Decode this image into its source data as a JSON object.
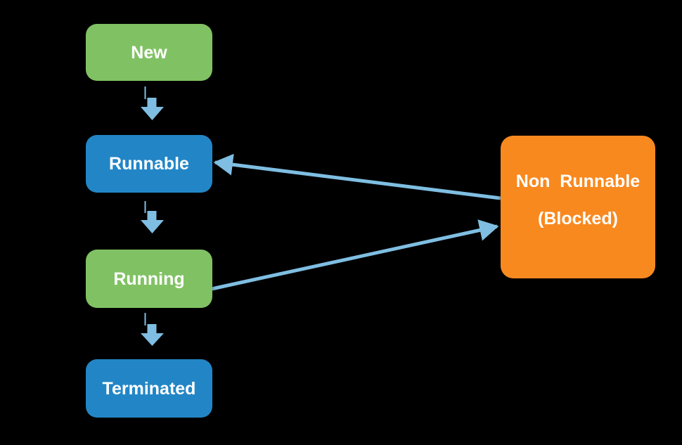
{
  "nodes": {
    "new": {
      "label": "New",
      "fill": "#80C263"
    },
    "runnable": {
      "label": "Runnable",
      "fill": "#2286C6"
    },
    "running": {
      "label": "Running",
      "fill": "#80C263"
    },
    "terminated": {
      "label": "Terminated",
      "fill": "#2286C6"
    },
    "non_runnable": {
      "label_line1": "Non  Runnable",
      "label_line2": "(Blocked)",
      "fill": "#F8891F"
    }
  },
  "edges": [
    {
      "from": "new",
      "to": "runnable",
      "style": "block-down-arrow"
    },
    {
      "from": "runnable",
      "to": "running",
      "style": "block-down-arrow"
    },
    {
      "from": "running",
      "to": "terminated",
      "style": "block-down-arrow"
    },
    {
      "from": "non_runnable",
      "to": "runnable",
      "style": "line-arrow"
    },
    {
      "from": "running",
      "to": "non_runnable",
      "style": "line-arrow"
    }
  ],
  "colors": {
    "background": "#000000",
    "arrow": "#7FBEE2",
    "label_text": "#FFFFFF"
  }
}
